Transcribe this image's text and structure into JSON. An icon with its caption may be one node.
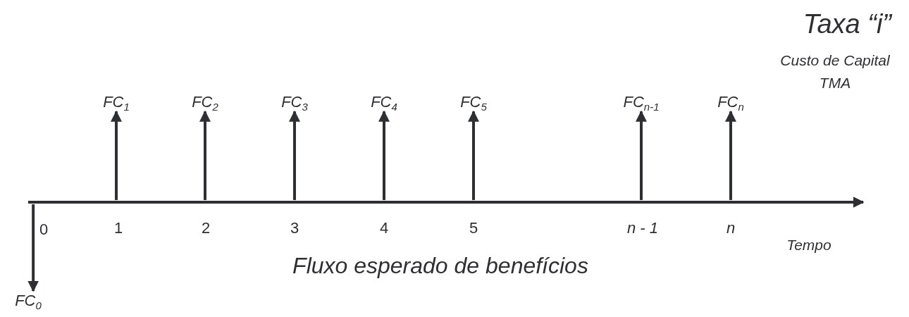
{
  "diagram": {
    "nodes": [
      {
        "text": [
          "FC$_{1}$"
        ]
      },
      {
        "text": [
          "FC$_{2}$"
        ]
      },
      {
        "text": [
          "FC$_{3}$"
        ]
      },
      {
        "text": [
          "FC$_{4}$"
        ]
      },
      {
        "text": [
          "FC$_{5}$"
        ]
      },
      {
        "text": [
          "FC$_{n-1}$"
        ]
      },
      {
        "text": [
          "FC$_{n}$"
        ]
      },
      {
        "text": [
          "FC$_{0}$"
        ]
      }
    ],
    "edges": [
      {
        "from": null,
        "to": 0,
        "arrow": "to"
      },
      {
        "from": null,
        "to": 1,
        "arrow": "to"
      },
      {
        "from": null,
        "to": 2,
        "arrow": "to"
      },
      {
        "from": null,
        "to": 3,
        "arrow": "to"
      },
      {
        "from": null,
        "to": 4,
        "arrow": "to"
      },
      {
        "from": null,
        "to": 5,
        "arrow": "to"
      },
      {
        "from": null,
        "to": 6,
        "arrow": "to"
      },
      {
        "from": null,
        "to": 7,
        "arrow": "to"
      }
    ],
    "labels": [
      "Taxa “i”",
      "Custo de Capital",
      "TMA",
      "0",
      "1",
      "2",
      "3",
      "4",
      "5",
      "n - 1",
      "n",
      "Tempo",
      "Fluxo esperado de benefícios"
    ]
  }
}
